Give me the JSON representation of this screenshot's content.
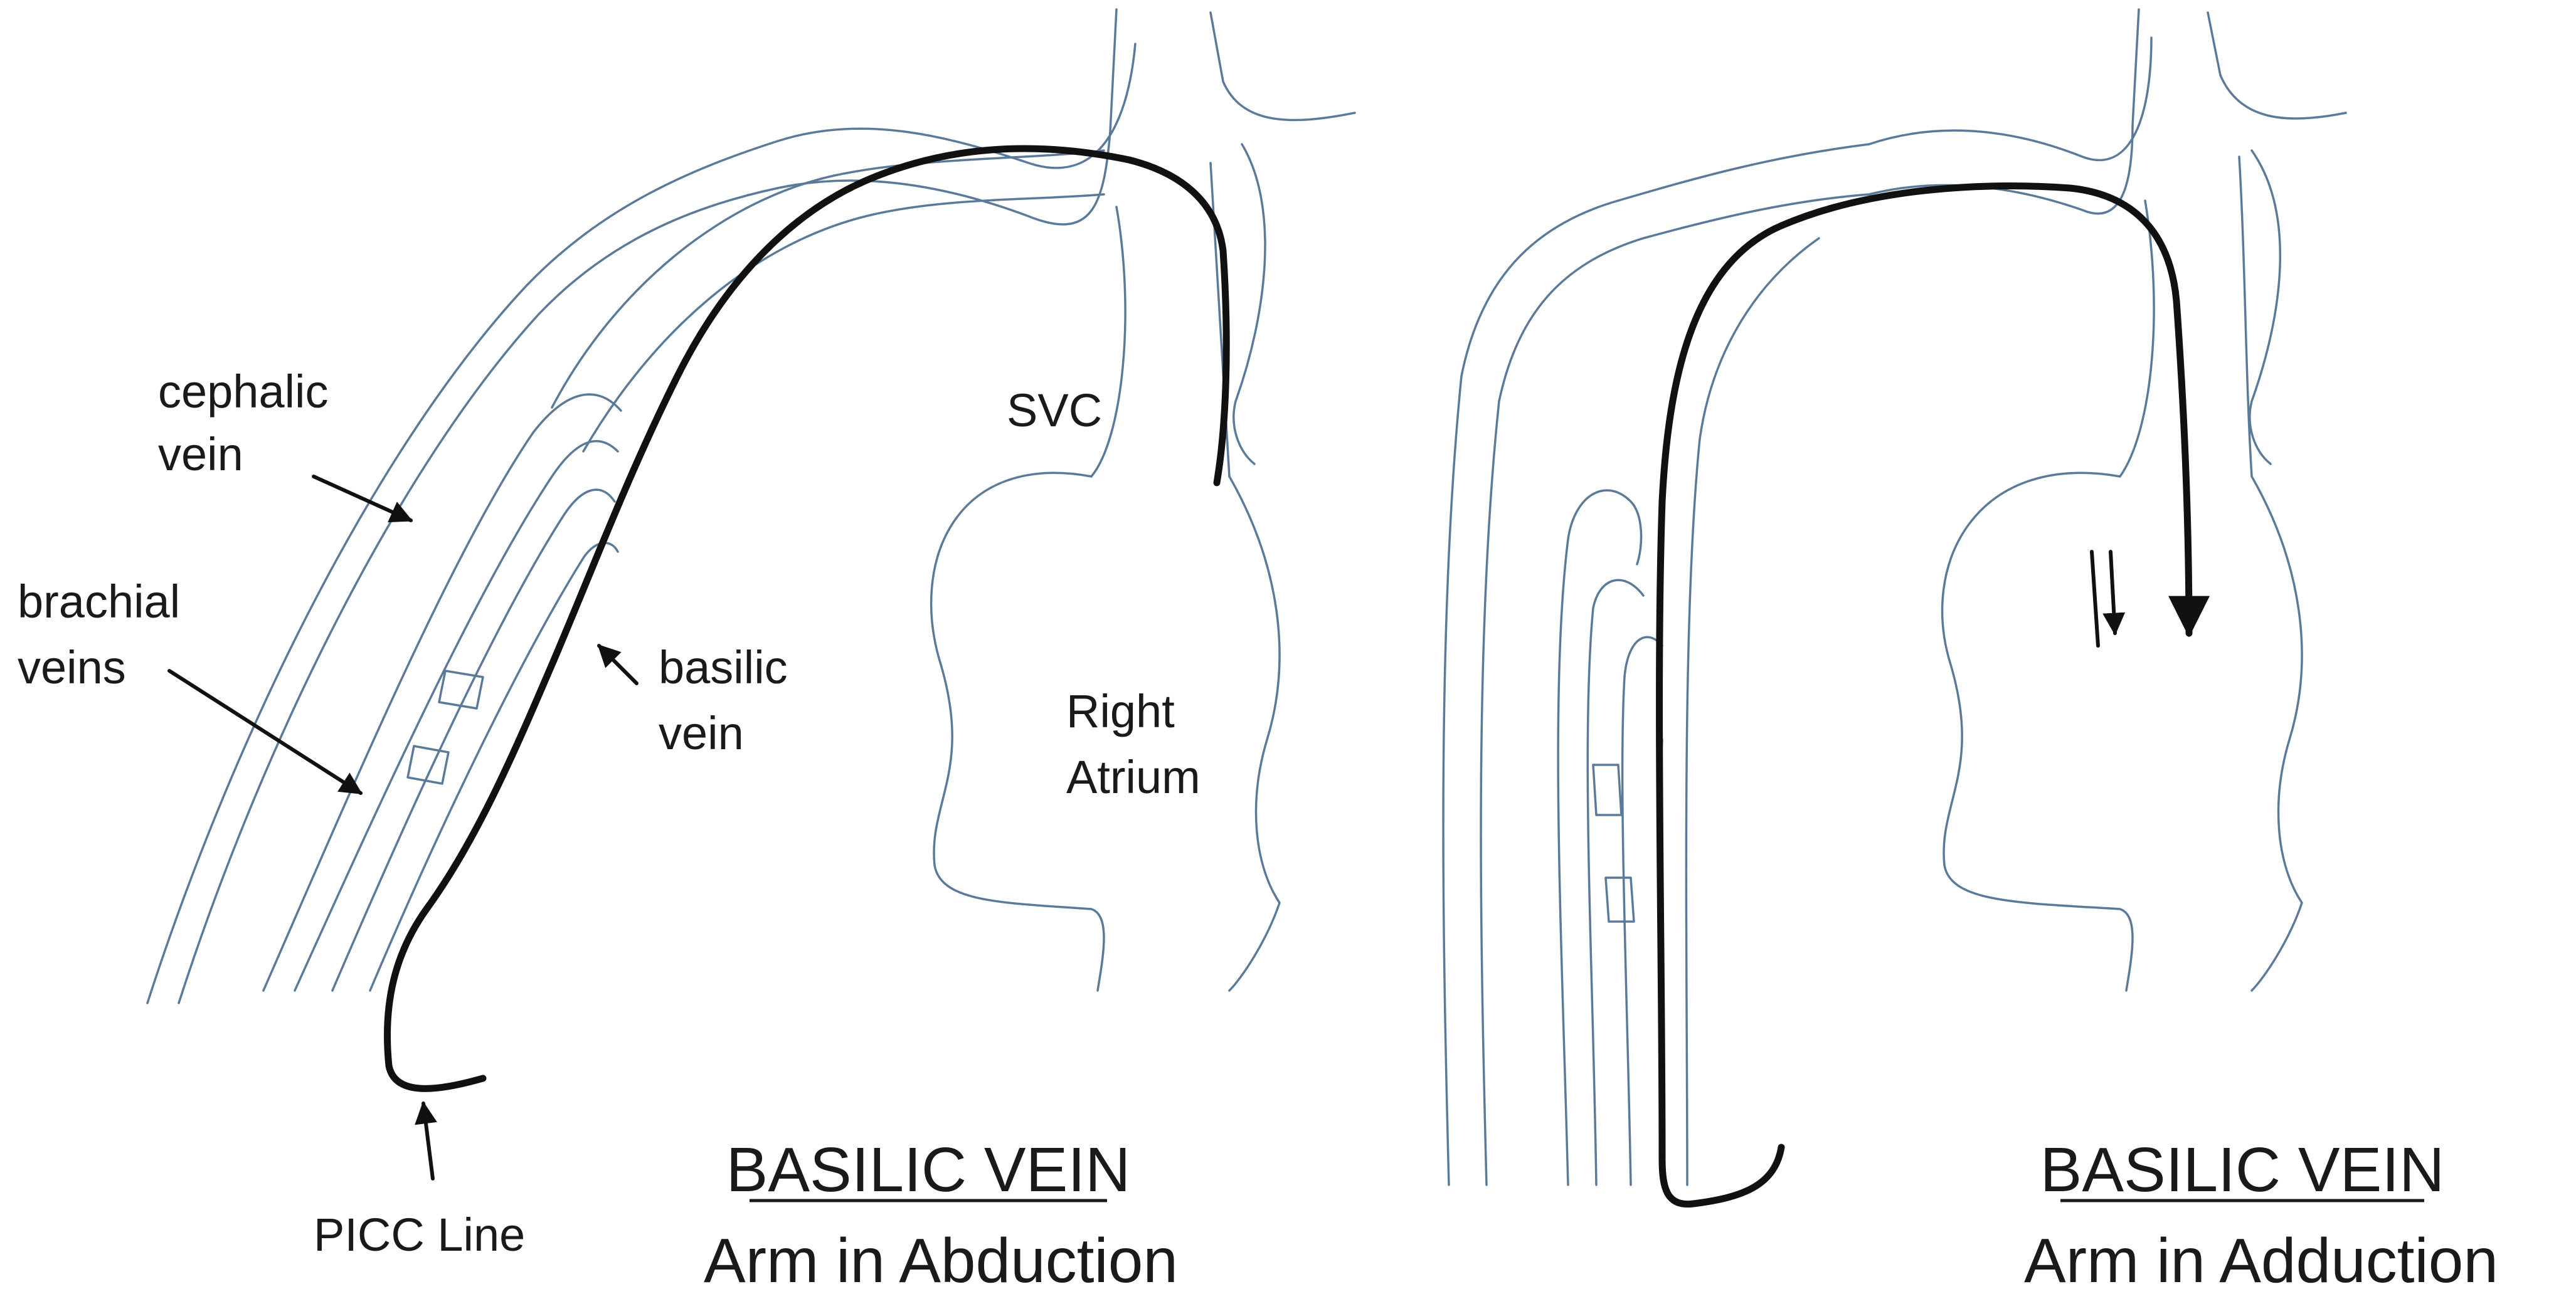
{
  "colors": {
    "vein": "#5b7a9a",
    "catheter": "#111111",
    "background": "#ffffff"
  },
  "labels": {
    "cephalic_line1": "cephalic",
    "cephalic_line2": "vein",
    "brachial_line1": "brachial",
    "brachial_line2": "veins",
    "basilic_line1": "basilic",
    "basilic_line2": "vein",
    "svc": "SVC",
    "atrium_line1": "Right",
    "atrium_line2": "Atrium",
    "picc": "PICC Line"
  },
  "panels": [
    {
      "caption_title": "BASILIC VEIN",
      "caption_sub": "Arm in Abduction"
    },
    {
      "caption_title": "BASILIC VEIN",
      "caption_sub": "Arm in Adduction"
    }
  ]
}
